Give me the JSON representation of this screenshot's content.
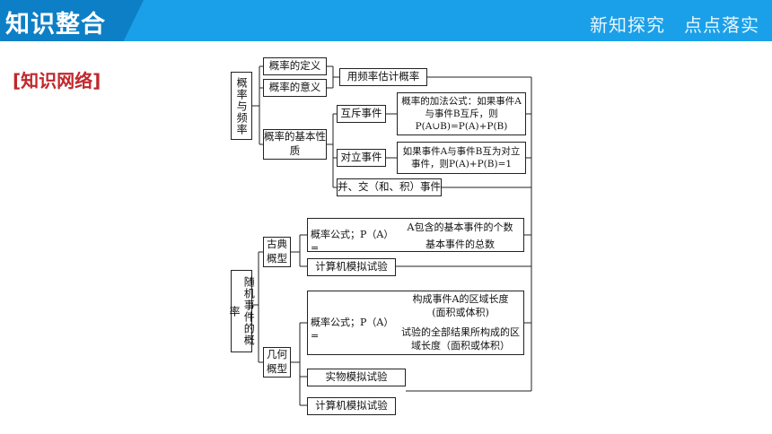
{
  "header": {
    "title": "知识整合",
    "right_text": "新知探究　点点落实"
  },
  "section_label": "[知识网络]",
  "diagram": {
    "root1": "概率与频率",
    "def": "概率的定义",
    "meaning": "概率的意义",
    "freq_estimate": "用频率估计概率",
    "basic_props": "概率的基本性质",
    "mutually_exclusive": "互斥事件",
    "addition_formula": "概率的加法公式：如果事件A与事件B互斥，则P(A∪B)=P(A)+P(B)",
    "complementary": "对立事件",
    "complementary_formula": "如果事件A与事件B互为对立事件，则P(A)+P(B)=1",
    "union_intersection": "并、交（和、积）事件",
    "root2": "随机事件的概率",
    "classical": "古典概型",
    "classical_formula_prefix": "概率公式；P（A）=",
    "classical_numerator": "A包含的基本事件的个数",
    "classical_denominator": "基本事件的总数",
    "computer_sim_1": "计算机模拟试验",
    "geometric": "几何概型",
    "geometric_formula_prefix": "概率公式；P（A）=",
    "geometric_numerator": "构成事件A的区域长度(面积或体积)",
    "geometric_denominator": "试验的全部结果所构成的区域长度（面积或体积）",
    "physical_sim": "实物模拟试验",
    "computer_sim_2": "计算机模拟试验"
  }
}
